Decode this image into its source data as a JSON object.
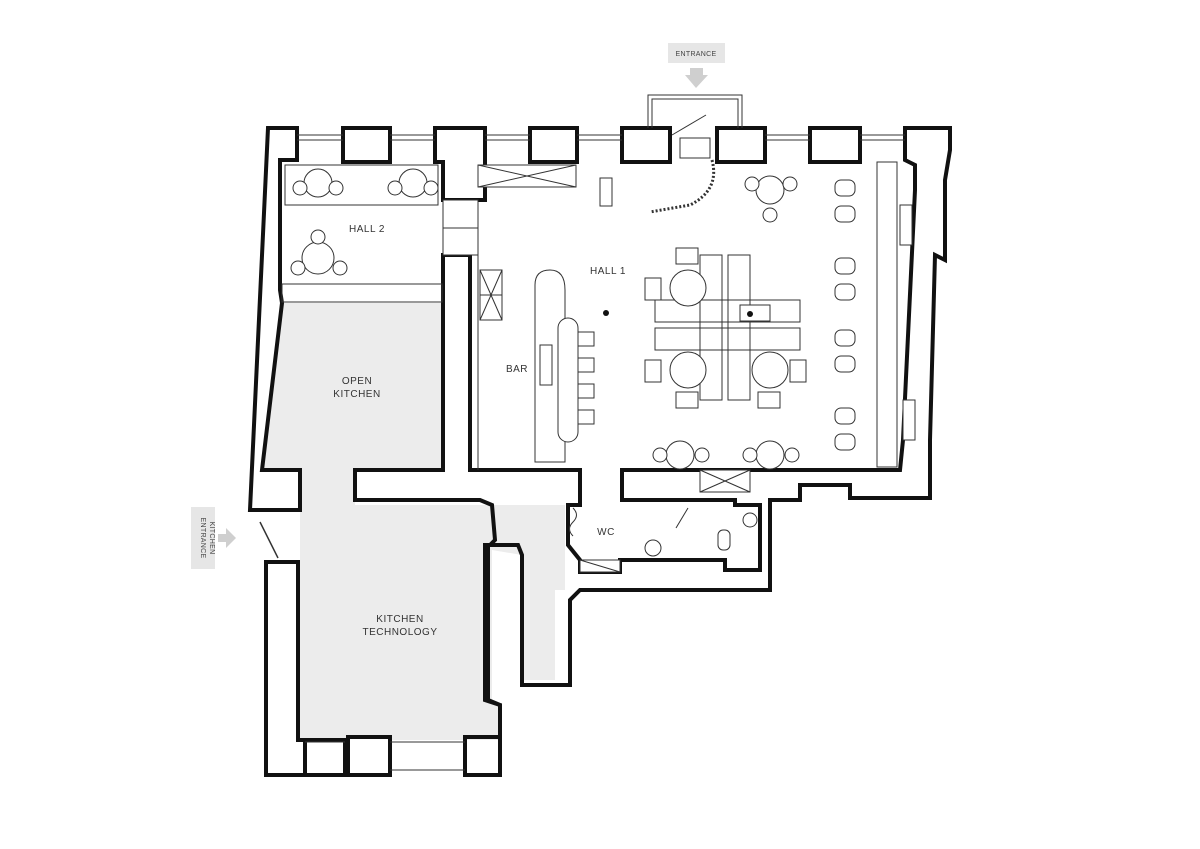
{
  "plan": {
    "rooms": {
      "hall2": "HALL 2",
      "hall1": "HALL 1",
      "bar": "BAR",
      "open_kitchen_line1": "OPEN",
      "open_kitchen_line2": "KITCHEN",
      "wc": "WC",
      "kitchen_tech_line1": "KITCHEN",
      "kitchen_tech_line2": "TECHNOLOGY"
    },
    "signs": {
      "entrance": "ENTRANCE",
      "entrance_kitchen_line1": "ENTRANCE",
      "entrance_kitchen_line2": "KITCHEN"
    },
    "colors": {
      "wall": "#111111",
      "kitchen_fill": "#ececec",
      "sign_fill": "#e6e6e6"
    }
  }
}
